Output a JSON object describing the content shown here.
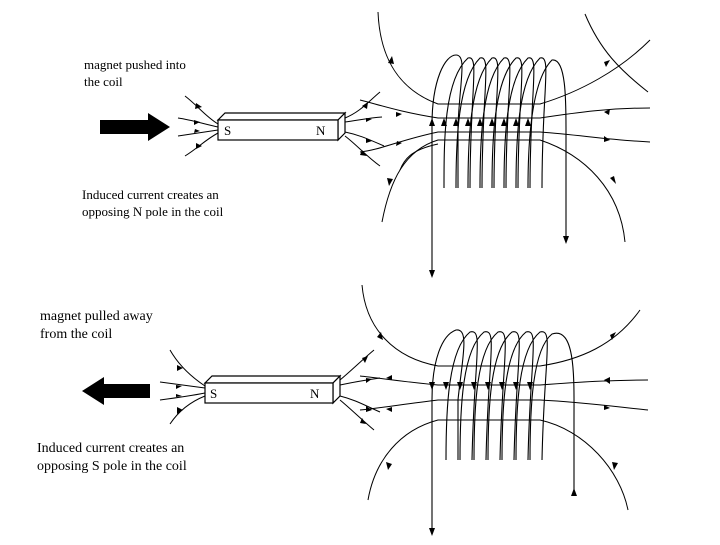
{
  "top_panel": {
    "action_label": {
      "line1": "magnet pushed into",
      "line2": "the coil"
    },
    "result_label": {
      "line1": "Induced current creates an",
      "line2": "opposing  N pole in the coil"
    },
    "magnet": {
      "left_pole": "S",
      "right_pole": "N"
    },
    "motion_direction": "right"
  },
  "bottom_panel": {
    "action_label": {
      "line1": "magnet pulled away",
      "line2": "from the coil"
    },
    "result_label": {
      "line1": "Induced current creates an",
      "line2": "opposing  S pole in the coil"
    },
    "magnet": {
      "left_pole": "S",
      "right_pole": "N"
    },
    "motion_direction": "left"
  },
  "colors": {
    "ink": "#000000",
    "background": "#ffffff"
  }
}
